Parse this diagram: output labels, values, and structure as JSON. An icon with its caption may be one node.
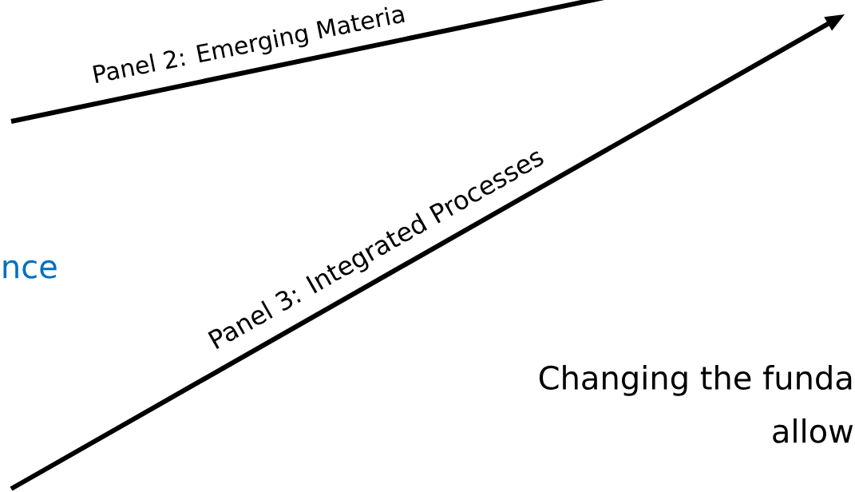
{
  "diagram": {
    "labels": [
      "Panel 2: Emerging Materia",
      "Panel 3: Integrated Processes",
      "nce",
      "Changing the funda",
      "allow"
    ]
  }
}
